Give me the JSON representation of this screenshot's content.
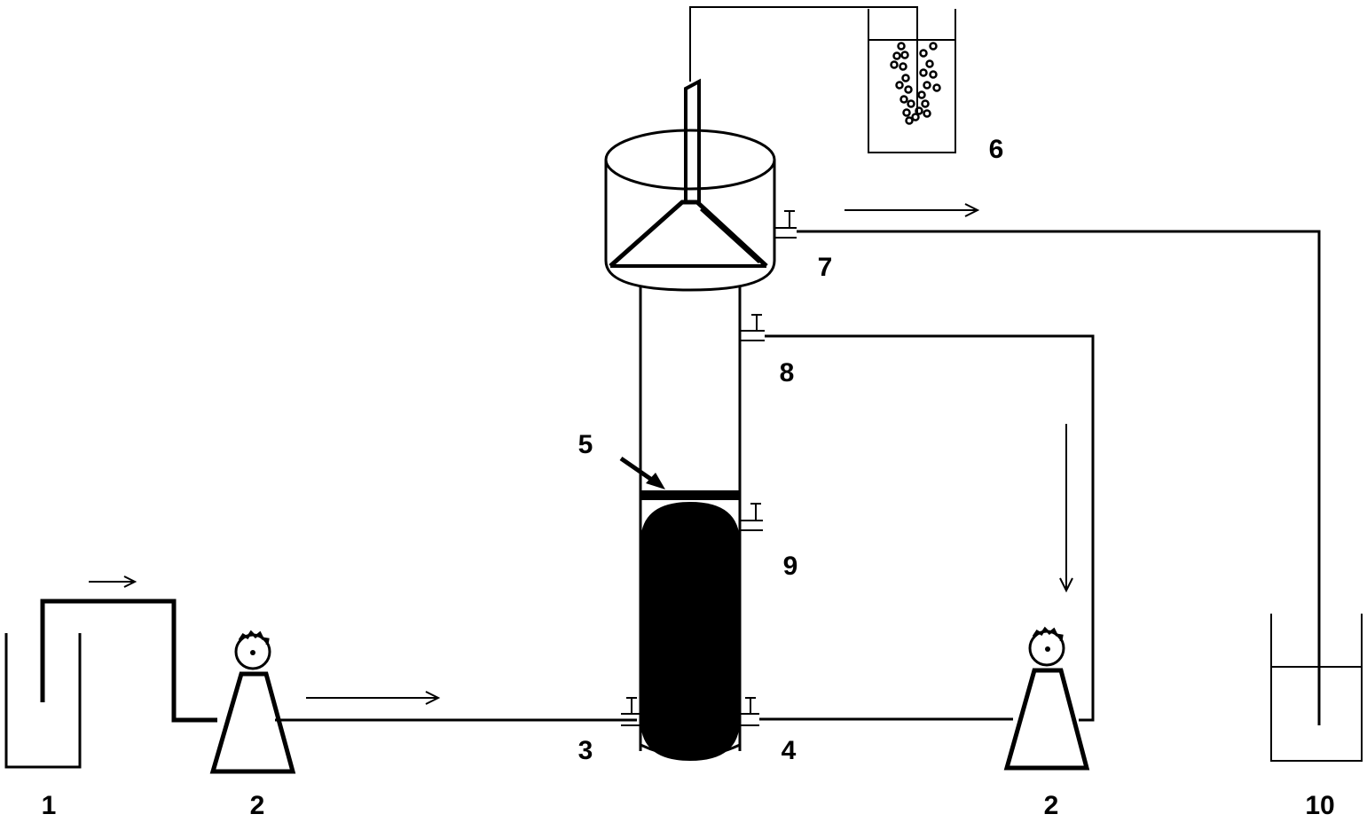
{
  "labels": {
    "feed_tank": "1",
    "pump_left": "2",
    "inlet_port": "3",
    "recycle_port": "4",
    "separator_plate": "5",
    "gas_collector": "6",
    "settler_outlet": "7",
    "recycle_take_off": "8",
    "sludge_port": "9",
    "pump_right": "2",
    "effluent_tank": "10"
  },
  "colors": {
    "line": "#000000",
    "background": "#ffffff"
  }
}
